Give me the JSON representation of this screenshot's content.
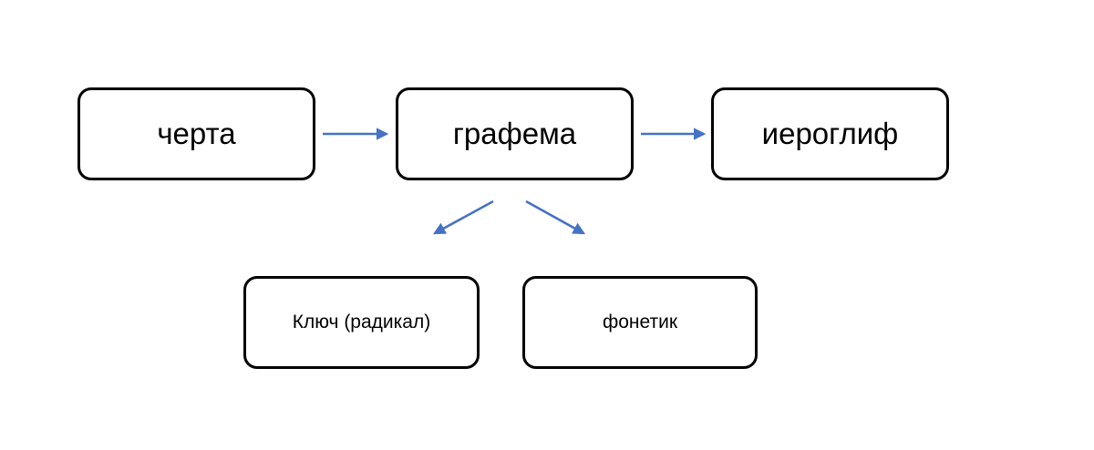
{
  "diagram": {
    "title": "",
    "background_color": "#FFFFFF",
    "node_border_color": "#000000",
    "node_fill_color": "#FFFFFF",
    "arrow_color": "#4472C4",
    "nodes": [
      {
        "id": "cherta",
        "label": "черта",
        "level": 1
      },
      {
        "id": "grafema",
        "label": "графема",
        "level": 2
      },
      {
        "id": "ieroglif",
        "label": "иероглиф",
        "level": 3
      },
      {
        "id": "kluch",
        "label": "Ключ (радикал)",
        "level": 4
      },
      {
        "id": "fonetik",
        "label": "фонетик",
        "level": 4
      }
    ],
    "edges": [
      {
        "id": "edge-cherta-grafema",
        "from": "черта",
        "to": "графема",
        "direction": "right",
        "style": "solid-arrow"
      },
      {
        "id": "edge-grafema-ieroglif",
        "from": "графема",
        "to": "иероглиф",
        "direction": "right",
        "style": "solid-arrow"
      },
      {
        "id": "edge-grafema-kluch",
        "from": "графема",
        "to": "Ключ (радикал)",
        "direction": "down-left",
        "style": "solid-arrow"
      },
      {
        "id": "edge-grafema-fonetik",
        "from": "графема",
        "to": "фонетик",
        "direction": "down-right",
        "style": "solid-arrow"
      }
    ]
  }
}
